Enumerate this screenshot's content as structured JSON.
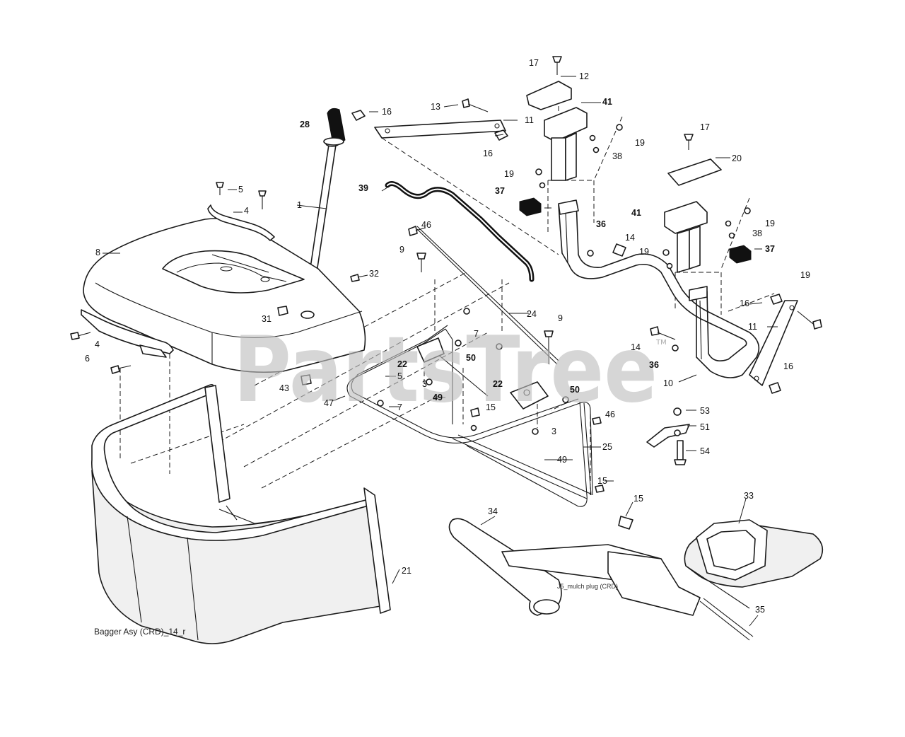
{
  "diagram": {
    "caption": "Bagger Asy (CRD)_14_r",
    "mulch_label": "J5_mulch plug (CRD)",
    "watermark": "PartsTree",
    "watermark_tm": "TM"
  },
  "callouts": [
    "1",
    "3",
    "3",
    "4",
    "4",
    "5",
    "5",
    "6",
    "7",
    "7",
    "8",
    "9",
    "9",
    "10",
    "11",
    "11",
    "12",
    "13",
    "14",
    "14",
    "15",
    "15",
    "15",
    "16",
    "16",
    "16",
    "16",
    "17",
    "17",
    "19",
    "19",
    "19",
    "19",
    "19",
    "20",
    "21",
    "22",
    "22",
    "24",
    "25",
    "28",
    "31",
    "32",
    "33",
    "34",
    "35",
    "36",
    "36",
    "37",
    "37",
    "38",
    "38",
    "39",
    "41",
    "41",
    "43",
    "46",
    "46",
    "47",
    "49",
    "49",
    "50",
    "50",
    "51",
    "53",
    "54"
  ]
}
